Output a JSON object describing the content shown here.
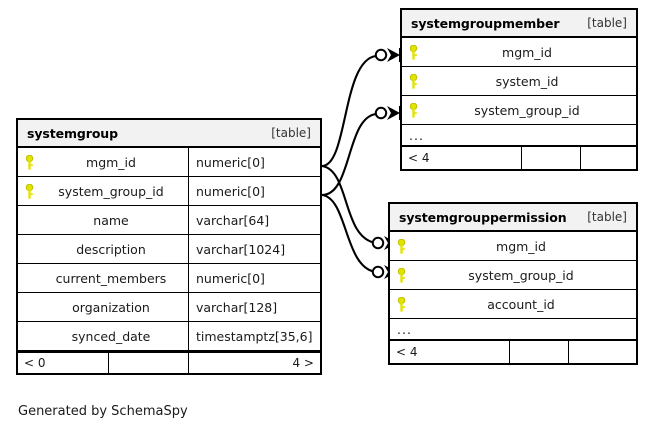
{
  "diagram": {
    "caption": "Generated by SchemaSpy",
    "table_tag": "[table]",
    "key_icon": "key-icon",
    "ellipsis": "...",
    "colors": {
      "key": "#e3e300",
      "header_bg": "#f2f2f2",
      "border": "#000000",
      "page_bg": "#ffffff",
      "text": "#1a1a1a"
    }
  },
  "tables": [
    {
      "id": "systemgroup",
      "name": "systemgroup",
      "tag": "[table]",
      "columns": [
        {
          "key": true,
          "name": "mgm_id",
          "type": "numeric[0]"
        },
        {
          "key": true,
          "name": "system_group_id",
          "type": "numeric[0]"
        },
        {
          "key": false,
          "name": "name",
          "type": "varchar[64]"
        },
        {
          "key": false,
          "name": "description",
          "type": "varchar[1024]"
        },
        {
          "key": false,
          "name": "current_members",
          "type": "numeric[0]"
        },
        {
          "key": false,
          "name": "organization",
          "type": "varchar[128]"
        },
        {
          "key": false,
          "name": "synced_date",
          "type": "timestamptz[35,6]"
        }
      ],
      "has_ellipsis": false,
      "footer": {
        "left": "< 0",
        "middle": "",
        "right": "4 >"
      }
    },
    {
      "id": "systemgroupmember",
      "name": "systemgroupmember",
      "tag": "[table]",
      "columns": [
        {
          "key": true,
          "name": "mgm_id"
        },
        {
          "key": true,
          "name": "system_id"
        },
        {
          "key": true,
          "name": "system_group_id"
        }
      ],
      "has_ellipsis": true,
      "footer": {
        "left": "< 4",
        "middle": "",
        "right": ""
      }
    },
    {
      "id": "systemgrouppermission",
      "name": "systemgrouppermission",
      "tag": "[table]",
      "columns": [
        {
          "key": true,
          "name": "mgm_id"
        },
        {
          "key": true,
          "name": "system_group_id"
        },
        {
          "key": true,
          "name": "account_id"
        }
      ],
      "has_ellipsis": true,
      "footer": {
        "left": "< 4",
        "middle": "",
        "right": ""
      }
    }
  ],
  "relationships": [
    {
      "from": "systemgroup.mgm_id",
      "to": "systemgroupmember.mgm_id",
      "notation": "zero-or-many"
    },
    {
      "from": "systemgroup.system_group_id",
      "to": "systemgroupmember.system_group_id",
      "notation": "zero-or-many"
    },
    {
      "from": "systemgroup.mgm_id",
      "to": "systemgrouppermission.mgm_id",
      "notation": "zero-or-many"
    },
    {
      "from": "systemgroup.system_group_id",
      "to": "systemgrouppermission.system_group_id",
      "notation": "zero-or-many"
    }
  ]
}
